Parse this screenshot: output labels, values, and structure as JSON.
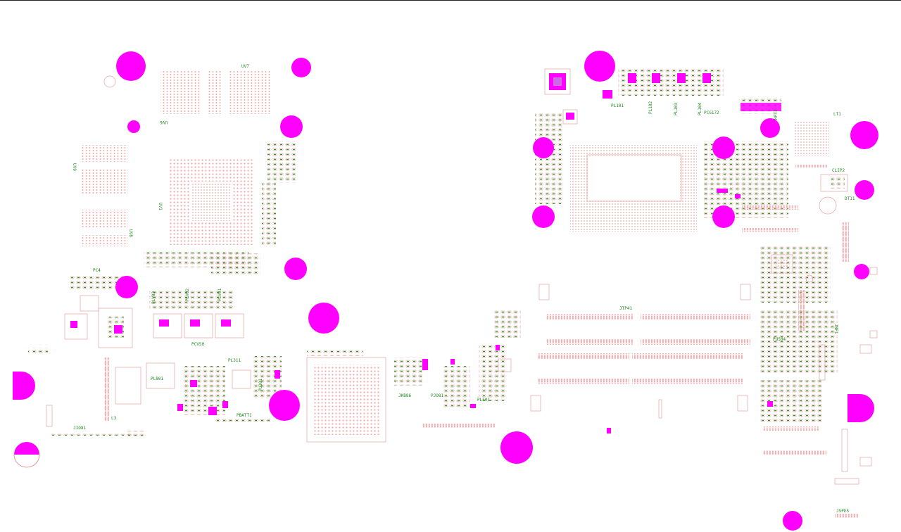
{
  "colors": {
    "background": "#ffffff",
    "mounting_hole": "#ff00ff",
    "pad": "#e79a9a",
    "silkscreen": "#1f8a1f"
  },
  "labels": {
    "uv7": "UV7",
    "uv6": "UV6",
    "uv9": "UV9",
    "uv8": "UV8",
    "uv1": "UV1",
    "pc4": "PC4",
    "plv01": "PLV01",
    "plv02": "PLV02",
    "plv03": "PLV03",
    "pcv50": "PCV50",
    "pl311": "PL311",
    "pl801": "PL801",
    "jio81": "JIO81",
    "pbatt1": "PBATT1",
    "pu301": "PU301",
    "jkb86": "JKB86",
    "pjo81": "PJO81",
    "pl501": "PL501",
    "pl101": "PL101",
    "pl102": "PL102",
    "pl103": "PL103",
    "pl104": "PL104",
    "pcg172": "PCG172",
    "lt1": "LT1",
    "rpt1": "RPT1",
    "clip2": "CLIP2",
    "dt11": "DT11",
    "pu504": "PU504",
    "jnf1": "JNF1",
    "jtp41": "JTP41",
    "jspe5": "JSPE5",
    "l3": "L3"
  }
}
